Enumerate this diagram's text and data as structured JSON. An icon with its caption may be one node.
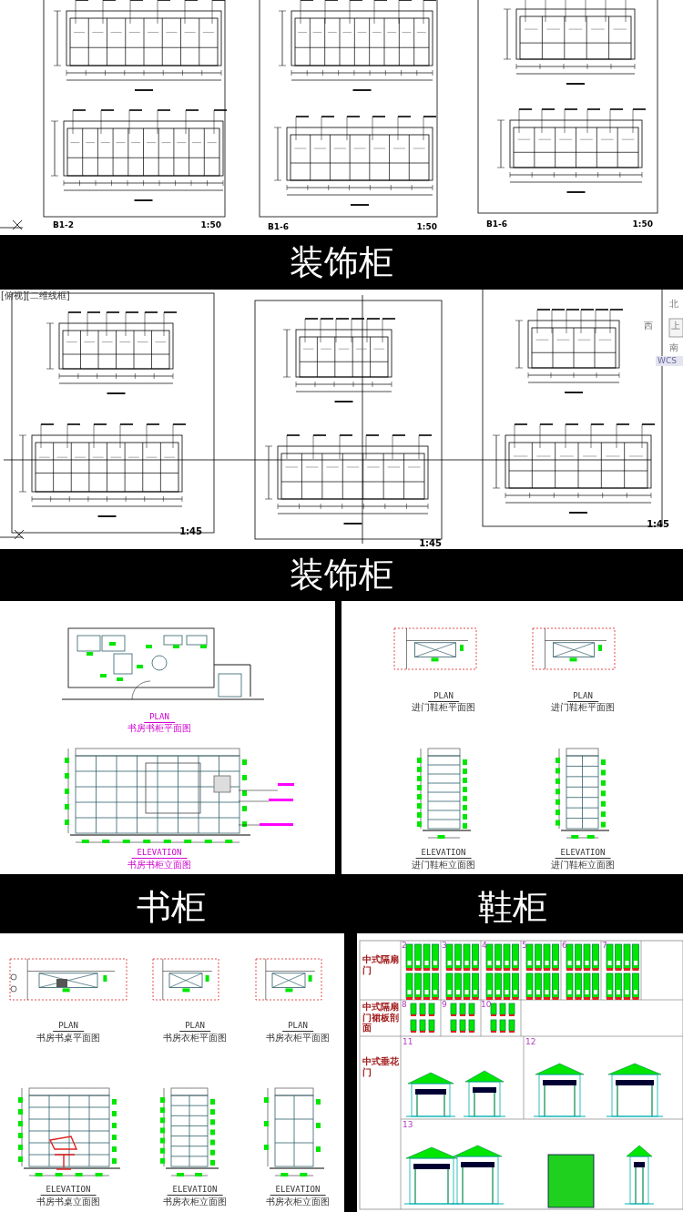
{
  "diagram": {
    "nodes": [
      {
        "text": [
          "装饰柜"
        ]
      },
      {
        "text": [
          "装饰柜"
        ]
      },
      {
        "text": [
          "书柜"
        ]
      },
      {
        "text": [
          "鞋柜"
        ]
      }
    ],
    "labels": [
      "B1-2",
      "1:50",
      "B1-6",
      "1:50",
      "B1-6",
      "1:50",
      "[俯视][二维线框]",
      "1:45",
      "1:45",
      "1:45",
      "北",
      "西",
      "上",
      "南",
      "WCS",
      "PLAN",
      "书房书柜平面图",
      "ELEVATION",
      "书房书柜立面图",
      "PLAN",
      "进门鞋柜平面图",
      "PLAN",
      "进门鞋柜平面图",
      "ELEVATION",
      "进门鞋柜立面图",
      "ELEVATION",
      "进门鞋柜立面图",
      "PLAN",
      "书房书桌平面图",
      "PLAN",
      "书房衣柜平面图",
      "PLAN",
      "书房衣柜平面图",
      "ELEVATION",
      "书房书桌立面图",
      "ELEVATION",
      "书房衣柜立面图",
      "ELEVATION",
      "书房衣柜立面图",
      "中式隔扇门",
      "2",
      "3",
      "4",
      "5",
      "6",
      "7",
      "中式隔扇门裙板剖面",
      "8",
      "9",
      "10",
      "中式垂花门",
      "11",
      "12",
      "13"
    ]
  }
}
